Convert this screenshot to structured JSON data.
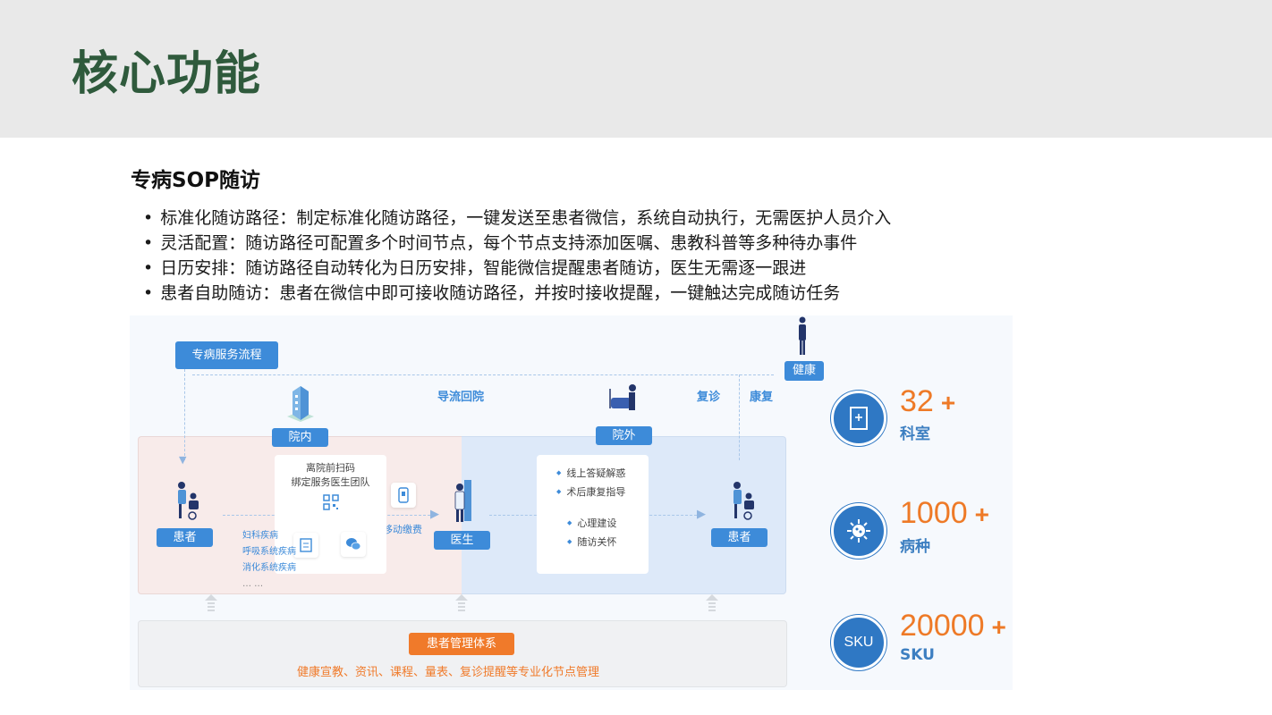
{
  "header": {
    "title": "核心功能"
  },
  "section": {
    "title": "专病SOP随访",
    "bullets": [
      "标准化随访路径：制定标准化随访路径，一键发送至患者微信，系统自动执行，无需医护人员介入",
      "灵活配置：随访路径可配置多个时间节点，每个节点支持添加医嘱、患教科普等多种待办事件",
      "日历安排：随访路径自动转化为日历安排，智能微信提醒患者随访，医生无需逐一跟进",
      "患者自助随访：患者在微信中即可接收随访路径，并按时接收提醒，一键触达完成随访任务"
    ]
  },
  "diagram": {
    "flow_tag": "专病服务流程",
    "health_tag": "健康",
    "return_label": "导流回院",
    "revisit_label": "复诊",
    "recovery_label": "康复",
    "in_hospital": "院内",
    "out_hospital": "院外",
    "patient_left": "患者",
    "patient_right": "患者",
    "doctor": "医生",
    "scan_card": {
      "line1": "离院前扫码",
      "line2": "绑定服务医生团队"
    },
    "mobile_pay": "移动缴费",
    "diseases": [
      "妇科疾病",
      "呼吸系统疾病",
      "消化系统疾病",
      "… …"
    ],
    "service_items_top": [
      "线上答疑解惑",
      "术后康复指导"
    ],
    "service_items_bottom": [
      "心理建设",
      "随访关怀"
    ],
    "system_tag": "患者管理体系",
    "system_desc": "健康宣教、资讯、课程、量表、复诊提醒等专业化节点管理"
  },
  "stats": [
    {
      "number": "32",
      "plus": "+",
      "label": "科室",
      "icon": "door-icon"
    },
    {
      "number": "1000",
      "plus": "+",
      "label": "病种",
      "icon": "virus-icon"
    },
    {
      "number": "20000",
      "plus": "+",
      "label": "SKU",
      "icon": "sku-icon",
      "icon_text": "SKU"
    }
  ],
  "colors": {
    "title_green": "#2f5a3c",
    "accent_blue": "#3d8bd9",
    "accent_orange": "#ee7a27"
  }
}
